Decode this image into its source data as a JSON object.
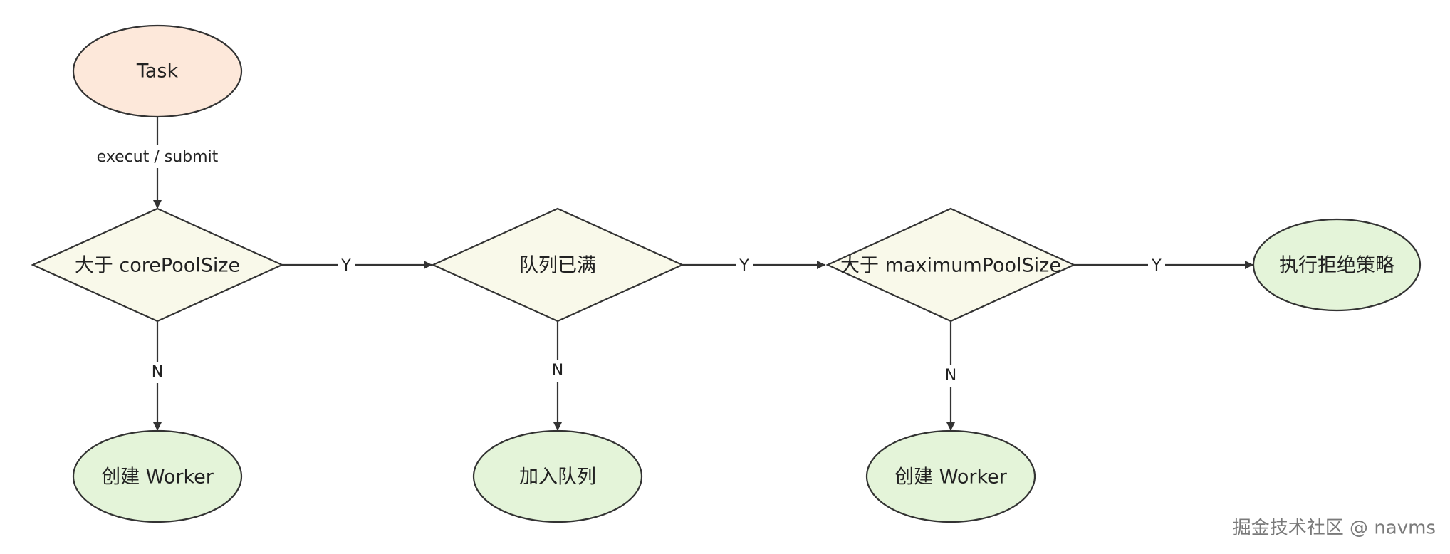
{
  "nodes": {
    "task": "Task",
    "decision_core": "大于 corePoolSize",
    "decision_queue": "队列已满",
    "decision_max": "大于 maximumPoolSize",
    "reject": "执行拒绝策略",
    "create_worker_1": "创建 Worker",
    "enqueue": "加入队列",
    "create_worker_2": "创建 Worker"
  },
  "edges": {
    "task_to_core": "execut / submit",
    "core_yes": "Y",
    "queue_yes": "Y",
    "max_yes": "Y",
    "core_no": "N",
    "queue_no": "N",
    "max_no": "N"
  },
  "watermark": "掘金技术社区 @ navms",
  "colors": {
    "start_fill": "#fde8da",
    "decision_fill": "#f9f9ea",
    "end_fill": "#e4f4d9",
    "stroke": "#333333"
  }
}
